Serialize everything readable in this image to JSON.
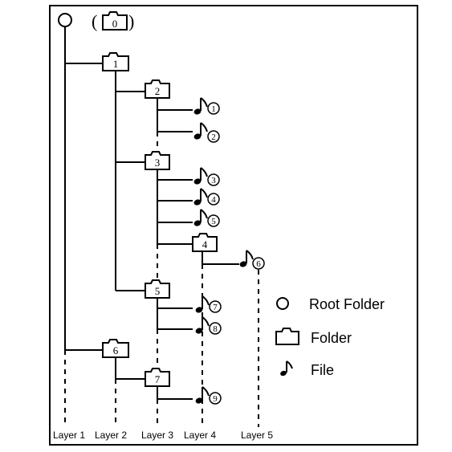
{
  "diagram": {
    "root_label": "0",
    "folders": [
      {
        "id": "f1",
        "label": "1"
      },
      {
        "id": "f2",
        "label": "2"
      },
      {
        "id": "f3",
        "label": "3"
      },
      {
        "id": "f4",
        "label": "4"
      },
      {
        "id": "f5",
        "label": "5"
      },
      {
        "id": "f6",
        "label": "6"
      },
      {
        "id": "f7",
        "label": "7"
      }
    ],
    "files": [
      {
        "id": "file1",
        "label": "1"
      },
      {
        "id": "file2",
        "label": "2"
      },
      {
        "id": "file3",
        "label": "3"
      },
      {
        "id": "file4",
        "label": "4"
      },
      {
        "id": "file5",
        "label": "5"
      },
      {
        "id": "file6",
        "label": "6"
      },
      {
        "id": "file7",
        "label": "7"
      },
      {
        "id": "file8",
        "label": "8"
      },
      {
        "id": "file9",
        "label": "9"
      }
    ],
    "layers": [
      "Layer 1",
      "Layer 2",
      "Layer 3",
      "Layer 4",
      "Layer 5"
    ],
    "legend": {
      "root": "Root Folder",
      "folder": "Folder",
      "file": "File"
    }
  }
}
